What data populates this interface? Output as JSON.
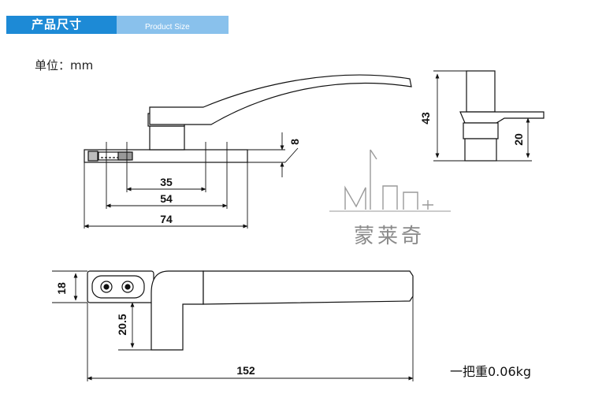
{
  "header": {
    "title_cn": "产品尺寸",
    "title_en": "Product Size"
  },
  "unit_label": "单位：mm",
  "weight_label": "一把重0.06kg",
  "dimensions": {
    "d35": "35",
    "d54": "54",
    "d74": "74",
    "d8": "8",
    "d43": "43",
    "d20": "20",
    "d18": "18",
    "d20_5": "20.5",
    "d152": "152"
  },
  "watermark": {
    "brand_cn": "蒙莱奇"
  },
  "colors": {
    "header_dark": "#1d8ad6",
    "header_light": "#89c1ec"
  }
}
